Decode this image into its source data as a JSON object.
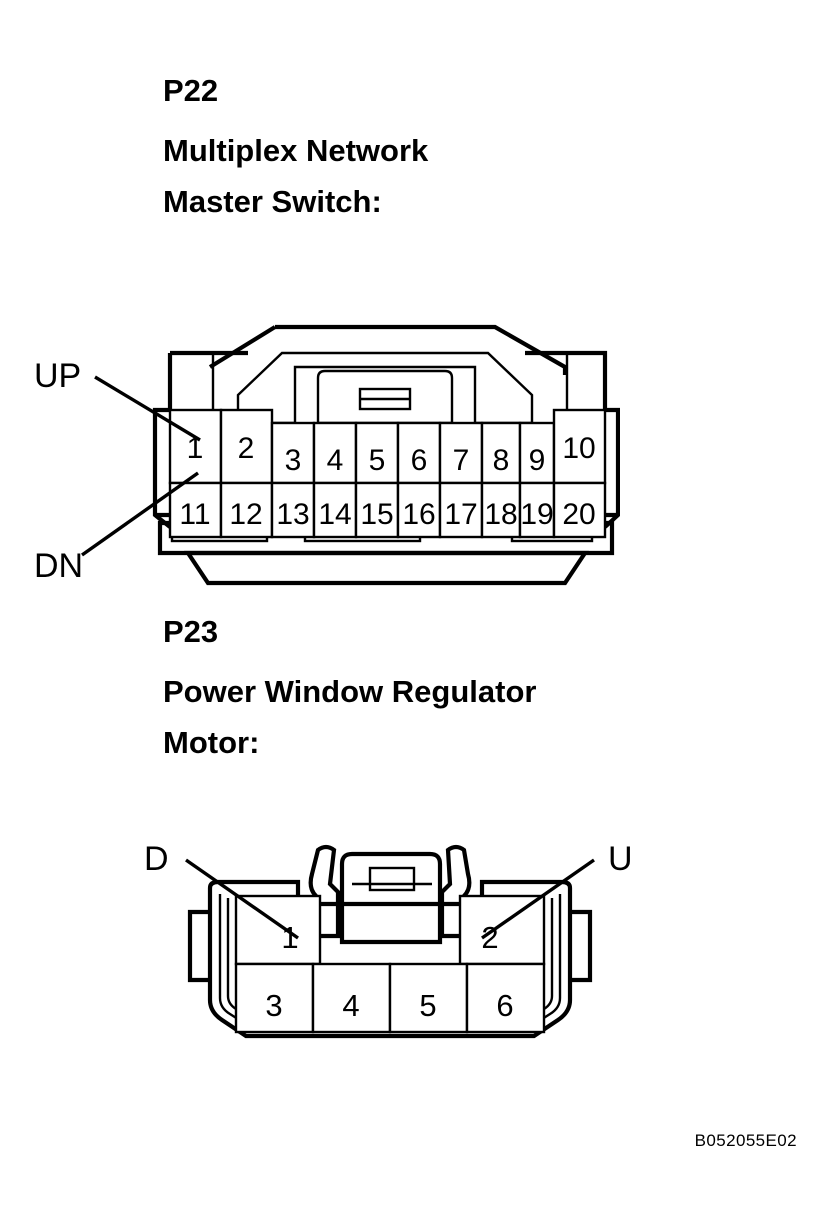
{
  "page": {
    "reference_code": "B052055E02",
    "background_color": "#ffffff",
    "line_color": "#000000"
  },
  "connectors": [
    {
      "code": "P22",
      "name": "Multiplex Network\nMaster Switch:",
      "pin_count": 20,
      "rows": [
        [
          "1",
          "2",
          "3",
          "4",
          "5",
          "6",
          "7",
          "8",
          "9",
          "10"
        ],
        [
          "11",
          "12",
          "13",
          "14",
          "15",
          "16",
          "17",
          "18",
          "19",
          "20"
        ]
      ],
      "callouts": [
        {
          "label": "UP",
          "pin": "1"
        },
        {
          "label": "DN",
          "pin": "11"
        }
      ]
    },
    {
      "code": "P23",
      "name": "Power Window Regulator\nMotor:",
      "pin_count": 6,
      "rows": [
        [
          "1",
          "2"
        ],
        [
          "3",
          "4",
          "5",
          "6"
        ]
      ],
      "callouts": [
        {
          "label": "D",
          "pin": "1"
        },
        {
          "label": "U",
          "pin": "2"
        }
      ]
    }
  ]
}
